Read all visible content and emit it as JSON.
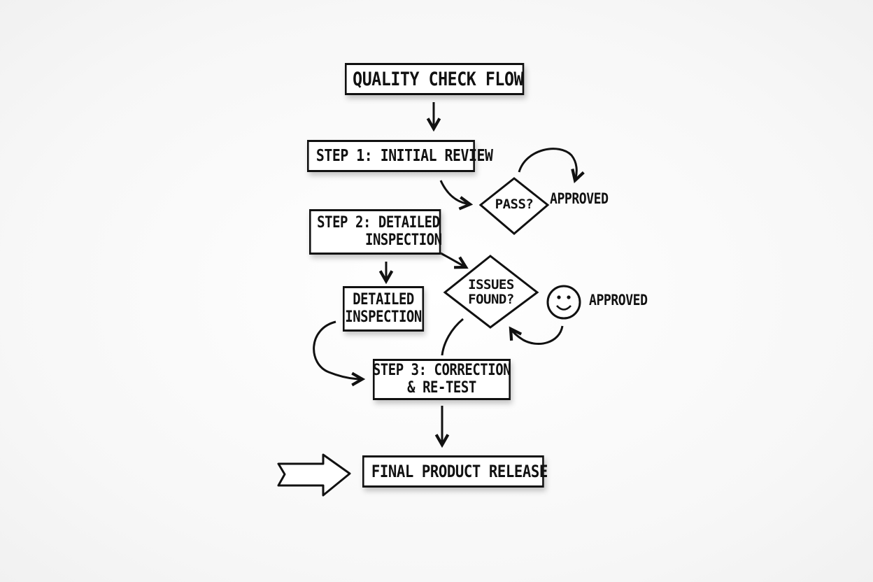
{
  "title": "QUALITY CHECK FLOW",
  "steps": {
    "step1": "STEP 1: INITIAL REVIEW",
    "step2_line1": "STEP 2: DETAILED",
    "step2_line2": "INSPECTION",
    "inspection_line1": "DETAILED",
    "inspection_line2": "INSPECTION",
    "step3_line1": "STEP 3: CORRECTION",
    "step3_line2": "& RE-TEST",
    "final": "FINAL PRODUCT RELEASE"
  },
  "decisions": {
    "pass": "PASS?",
    "issues_line1": "ISSUES",
    "issues_line2": "FOUND?"
  },
  "labels": {
    "approved_1": "APPROVED",
    "approved_2": "APPROVED"
  },
  "icons": [
    "smiley-face-icon",
    "block-arrow-icon"
  ],
  "colors": {
    "ink": "#111111",
    "background": "#fbfbfb"
  }
}
